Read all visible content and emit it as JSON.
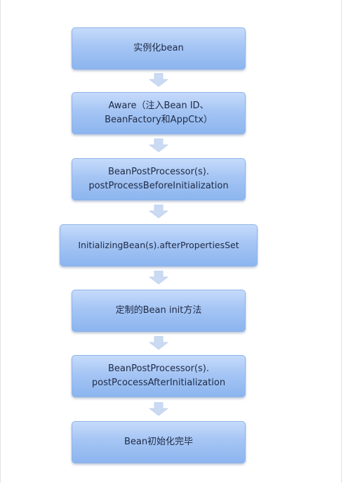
{
  "steps": [
    {
      "label": "实例化bean"
    },
    {
      "label": "Aware（注入Bean ID、\nBeanFactory和AppCtx）"
    },
    {
      "label": "BeanPostProcessor(s).\npostProcessBeforeInitialization"
    },
    {
      "label": "InitializingBean(s).afterPropertiesSet"
    },
    {
      "label": "定制的Bean init方法"
    },
    {
      "label": "BeanPostProcessor(s).\npostPcocessAfterInitialization"
    },
    {
      "label": "Bean初始化完毕"
    }
  ],
  "colors": {
    "box_top": "#c6dbfb",
    "box_bottom": "#8cb5ef",
    "box_border": "#8fb4e8",
    "arrow": "#cbdaf3",
    "text": "#1f2a44"
  }
}
